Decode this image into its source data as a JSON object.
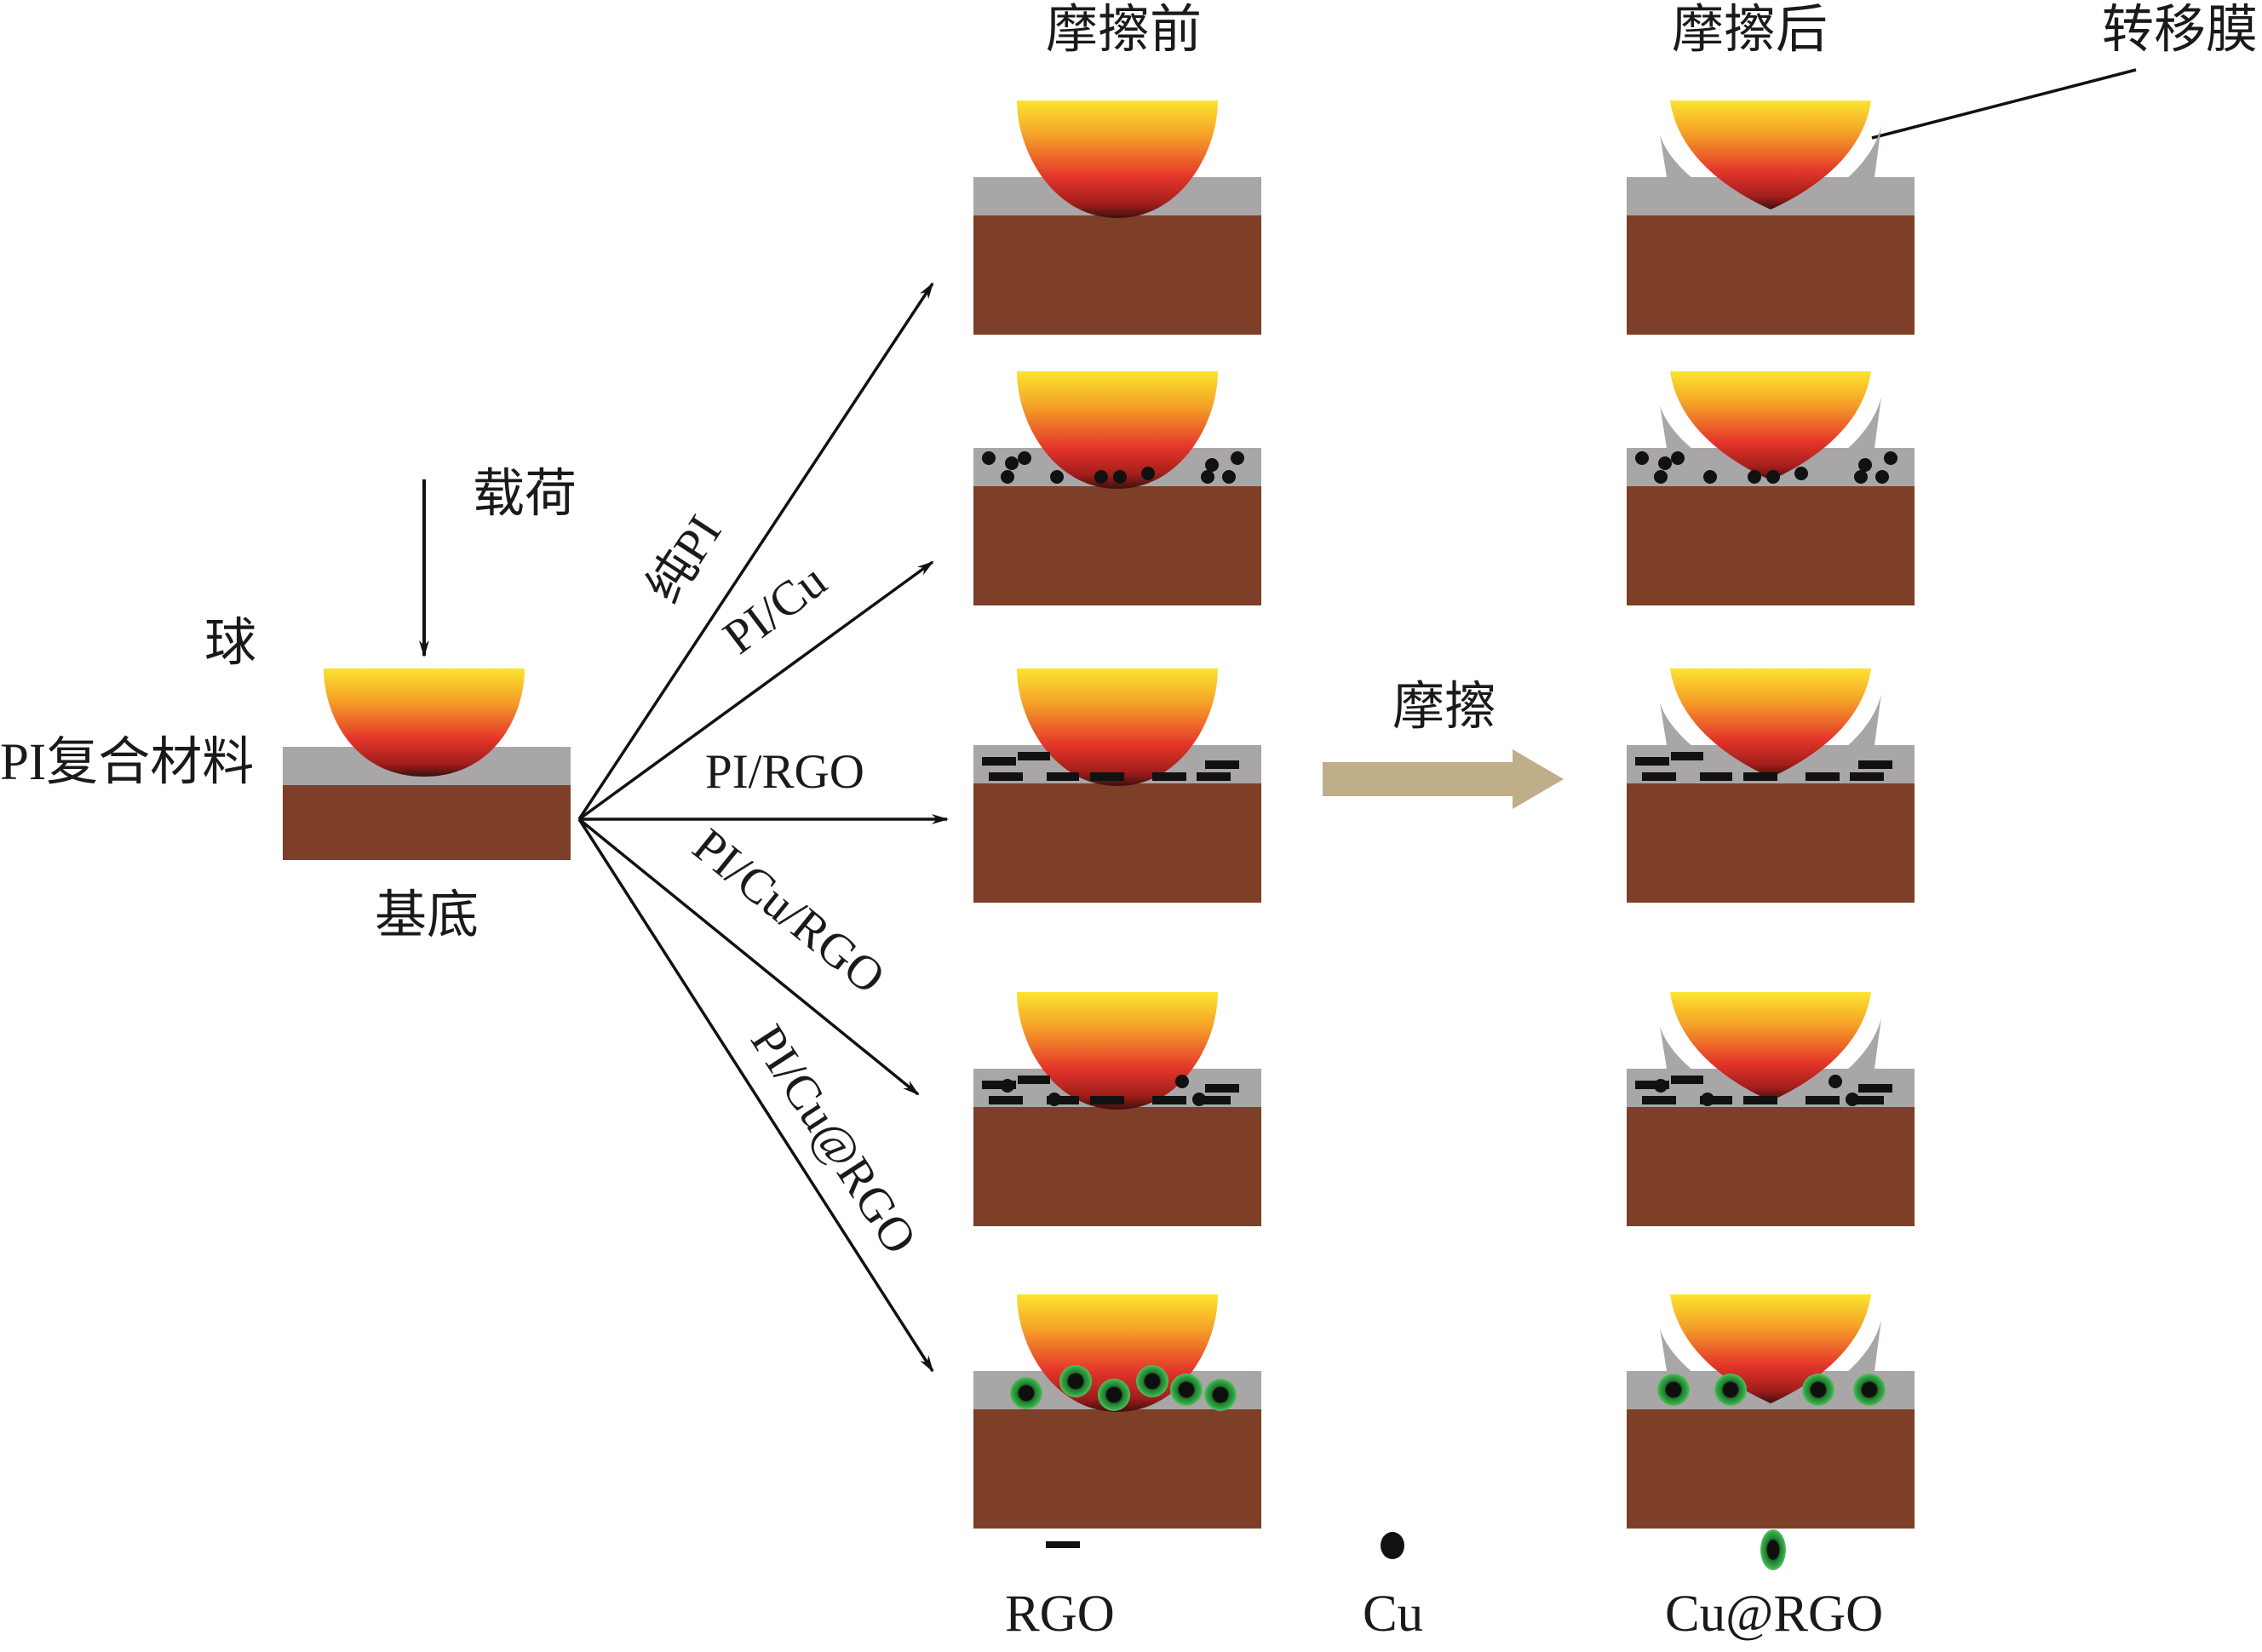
{
  "colors": {
    "substrate": "#7d3f27",
    "film": "#a9a6a8",
    "ball_top": "#f9e12e",
    "ball_mid": "#f08a26",
    "ball_red": "#e3342a",
    "ball_bottom": "#4a1410",
    "particle": "#111111",
    "cu_rgo_ring": "#2e9a3a",
    "friction_arrow": "#bfae88",
    "line": "#111111"
  },
  "left": {
    "load_label": "载荷",
    "ball_label": "球",
    "composite_label": "PI复合材料",
    "substrate_label": "基底"
  },
  "columns": {
    "before_title": "摩擦前",
    "after_title": "摩擦后",
    "transfer_film_label": "转移膜"
  },
  "branches": [
    {
      "label": "纯PI",
      "material": "pure-pi"
    },
    {
      "label": "PI/Cu",
      "material": "pi-cu"
    },
    {
      "label": "PI/RGO",
      "material": "pi-rgo"
    },
    {
      "label": "PI/Cu/RGO",
      "material": "pi-cu-rgo"
    },
    {
      "label": "PI/Cu@RGO",
      "material": "pi-cu-at-rgo"
    }
  ],
  "friction_label": "摩擦",
  "legend": [
    {
      "label": "RGO",
      "symbol": "bar"
    },
    {
      "label": "Cu",
      "symbol": "dot"
    },
    {
      "label": "Cu@RGO",
      "symbol": "ringed-dot"
    }
  ]
}
